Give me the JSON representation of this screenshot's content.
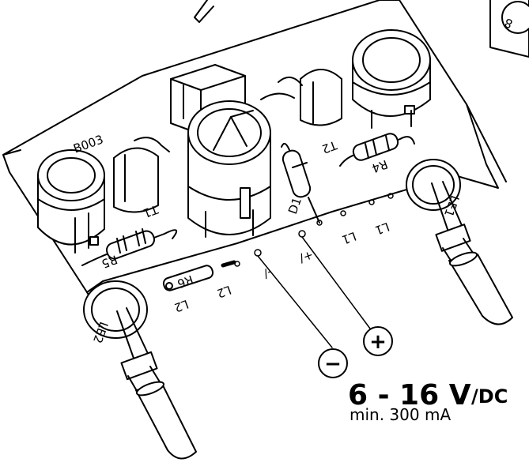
{
  "board": {
    "name": "B003",
    "labels": {
      "t1": "T1",
      "t2": "T2",
      "d1": "D1",
      "r4": "R4",
      "r5": "R5",
      "r6": "R6",
      "l1_a": "L1",
      "l1_b": "L1",
      "l2_a": "L2",
      "l2_b": "L2",
      "neg_pad": "-/",
      "pos_pad": "+/",
      "led_left": "LE2",
      "led_right": "LE1",
      "corner": "8"
    }
  },
  "supply": {
    "minus_symbol": "−",
    "plus_symbol": "+",
    "voltage": "6 - 16 V",
    "type": "/DC",
    "current": "min. 300 mA"
  }
}
